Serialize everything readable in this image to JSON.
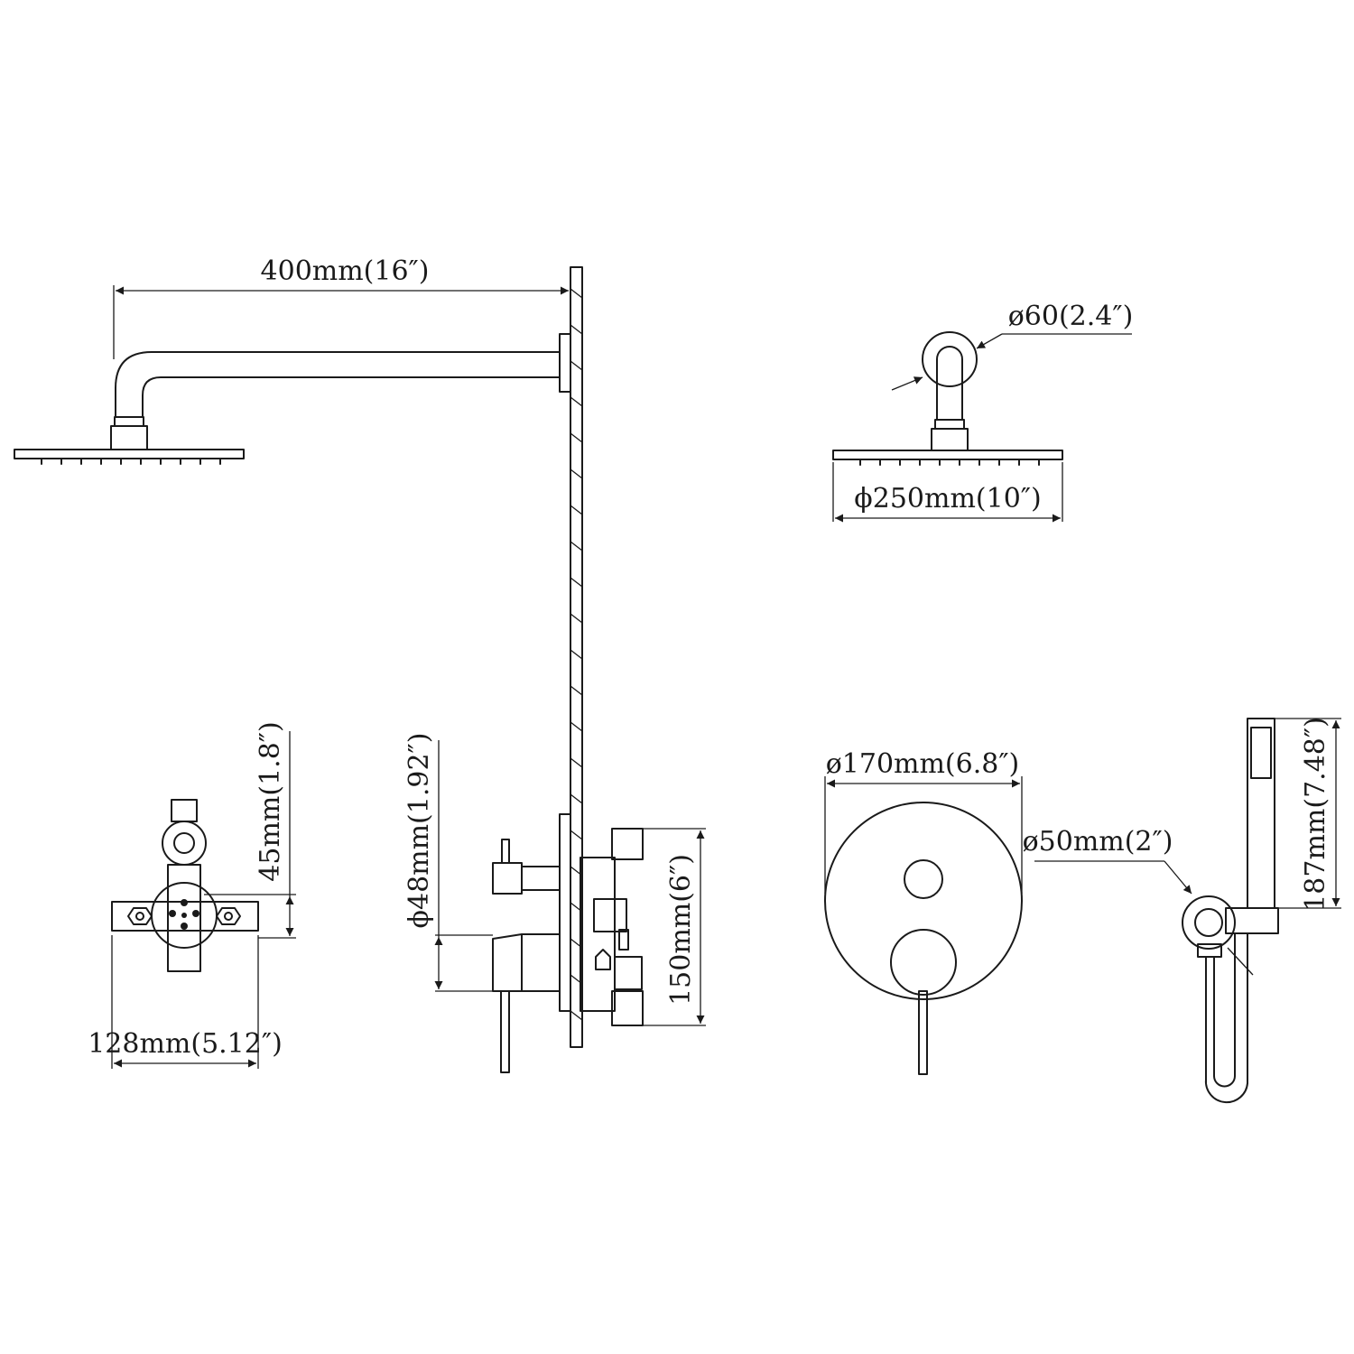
{
  "colors": {
    "line": "#1a1a1a",
    "background": "#ffffff"
  },
  "dimensions": {
    "arm_length": "400mm(16″)",
    "wall_flange_diameter": "ø60(2.4″)",
    "shower_head_diameter": "ϕ250mm(10″)",
    "valve_body_height": "45mm(1.8″)",
    "valve_body_width": "128mm(5.12″)",
    "diverter_knob_diameter": "ϕ48mm(1.92″)",
    "valve_depth": "150mm(6″)",
    "trim_plate_diameter": "ø170mm(6.8″)",
    "hand_holder_diameter": "ø50mm(2″)",
    "hand_shower_length": "187mm(7.48″)"
  }
}
